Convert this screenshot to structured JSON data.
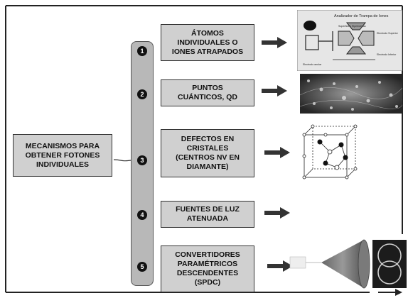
{
  "main": {
    "label": "MECANISMOS PARA\nOBTENER FOTONES\nINDIVIDUALES"
  },
  "items": [
    {
      "num": "1",
      "label": "ÁTOMOS\nINDIVIDUALES O\nIONES ATRAPADOS"
    },
    {
      "num": "2",
      "label": "PUNTOS\nCUÁNTICOS, QD"
    },
    {
      "num": "3",
      "label": "DEFECTOS EN\nCRISTALES\n(CENTROS NV EN\nDIAMANTE)"
    },
    {
      "num": "4",
      "label": "FUENTES DE LUZ\nATENUADA"
    },
    {
      "num": "5",
      "label": "CONVERTIDORES\nPARAMÉTRICOS\nDESCENDENTES\n(SPDC)"
    }
  ],
  "trap_diagram": {
    "title": "Analizador de Trampa de Iones",
    "labels": [
      "Superficies Hiperbólicas",
      "Electrodo Superior",
      "Electrodo anular",
      "Electrodo Inferior"
    ]
  }
}
